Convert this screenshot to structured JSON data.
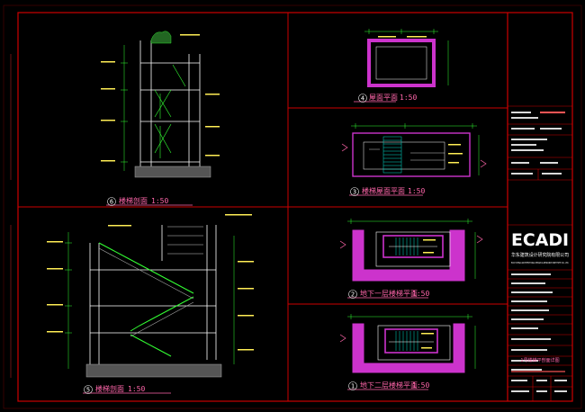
{
  "views": {
    "v1": {
      "number": "1",
      "title": "地下二层楼梯平面",
      "scale": "1:50"
    },
    "v2": {
      "number": "2",
      "title": "地下一层楼梯平面",
      "scale": "1:50"
    },
    "v3": {
      "number": "3",
      "title": "楼梯屋面平面",
      "scale": "1:50"
    },
    "v4": {
      "number": "4",
      "title": "屋面平面",
      "scale": "1:50"
    },
    "v5": {
      "number": "5",
      "title": "楼梯剖面",
      "scale": "1:50"
    },
    "v6": {
      "number": "6",
      "title": "楼梯剖面",
      "scale": "1:50"
    }
  },
  "title_block": {
    "logo": "ECADI",
    "company_cn": "华东建筑设计研究院有限公司",
    "company_en": "EAST CHINA ARCHITECTURAL DESIGN & RESEARCH INSTITUTE CO., LTD.",
    "drawing_title": "1号楼梯平剖面详图"
  },
  "colors": {
    "background": "#000000",
    "frame": "#cc0000",
    "wall_fill": "#cc33cc",
    "stair_cyan": "#00ddcc",
    "green": "#33ff33",
    "caption": "#ff66aa"
  }
}
